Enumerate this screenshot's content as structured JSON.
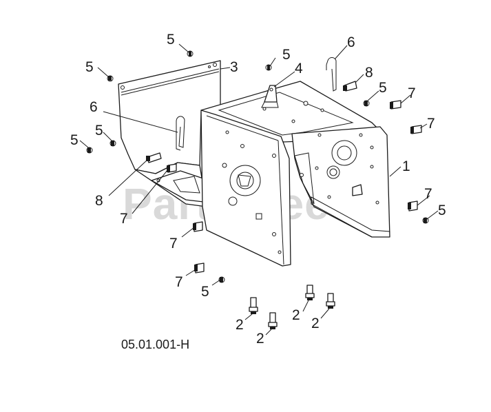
{
  "watermark": "PartsTree",
  "diagram_code": "05.01.001-H",
  "callouts": {
    "c5_top": "5",
    "c6_top": "6",
    "c5_left_top": "5",
    "c3": "3",
    "c5_mid": "5",
    "c4": "4",
    "c8_right": "8",
    "c6_left": "6",
    "c5_right": "5",
    "c7_right_top": "7",
    "c7_right_mid": "7",
    "c5_left_mid": "5",
    "c5_left": "5",
    "c1": "1",
    "c8_left": "8",
    "c7_right_low": "7",
    "c5_right_low": "5",
    "c7_left_mid": "7",
    "c7_left_low": "7",
    "c7_low": "7",
    "c5_low": "5",
    "c2_a": "2",
    "c2_b": "2",
    "c2_c": "2",
    "c2_d": "2"
  }
}
